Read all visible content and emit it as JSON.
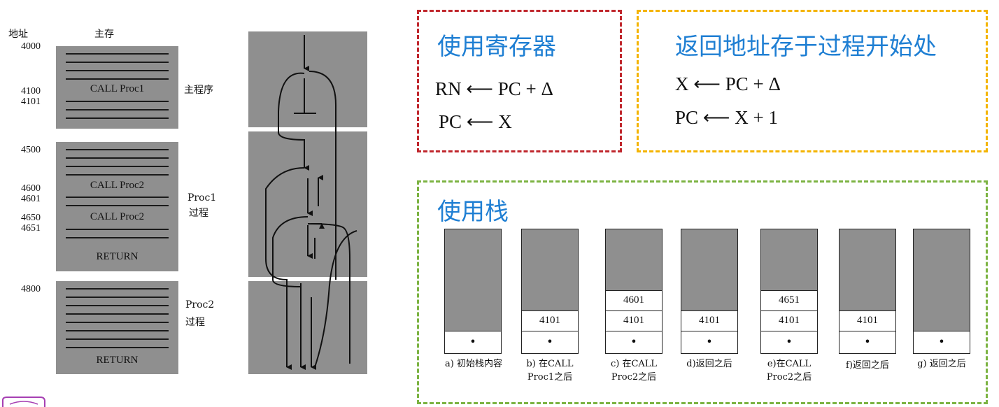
{
  "memory": {
    "header_address": "地址",
    "header_memory": "主存",
    "addresses": [
      "4000",
      "4100",
      "4101",
      "4500",
      "4600",
      "4601",
      "4650",
      "4651",
      "4800"
    ],
    "blocks": [
      {
        "label": "主程序",
        "lines": [
          "CALL Proc1"
        ]
      },
      {
        "label_line1": "Proc1",
        "label_line2": "过程",
        "lines": [
          "CALL Proc2",
          "CALL Proc2",
          "RETURN"
        ]
      },
      {
        "label_line1": "Proc2",
        "label_line2": "过程",
        "lines": [
          "RETURN"
        ]
      }
    ]
  },
  "register_box": {
    "title": "使用寄存器",
    "formula1": "RN ⟵ PC + Δ",
    "formula2": "PC ⟵ X",
    "border_color": "#c0272d"
  },
  "return_box": {
    "title": "返回地址存于过程开始处",
    "formula1": "X ⟵ PC + Δ",
    "formula2": "PC ⟵ X + 1",
    "border_color": "#f4b400"
  },
  "stack_box": {
    "title": "使用栈",
    "border_color": "#7cb342",
    "dot": "•",
    "stacks": [
      {
        "caption1": "a) 初始栈内容",
        "caption2": "",
        "cells": []
      },
      {
        "caption1": "b) 在CALL",
        "caption2": "Proc1之后",
        "cells": [
          "4101"
        ]
      },
      {
        "caption1": "c) 在CALL",
        "caption2": "Proc2之后",
        "cells": [
          "4601",
          "4101"
        ]
      },
      {
        "caption1": "d)返回之后",
        "caption2": "",
        "cells": [
          "4101"
        ]
      },
      {
        "caption1": "e)在CALL",
        "caption2": "Proc2之后",
        "cells": [
          "4651",
          "4101"
        ]
      },
      {
        "caption1": "f)返回之后",
        "caption2": "",
        "cells": [
          "4101"
        ]
      },
      {
        "caption1": "g) 返回之后",
        "caption2": "",
        "cells": []
      }
    ]
  },
  "title_color": "#1f7fd3"
}
